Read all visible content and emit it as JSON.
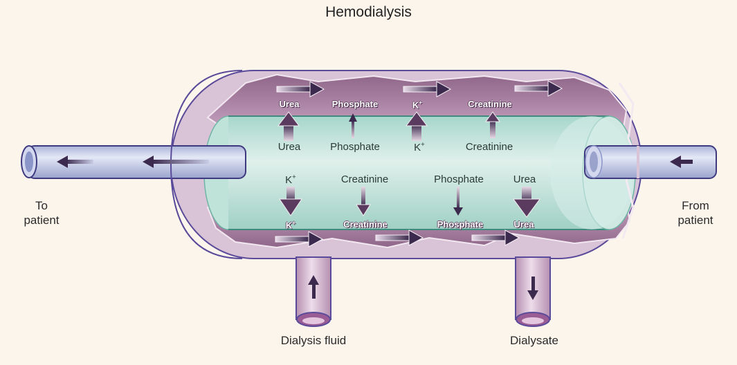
{
  "title": "Hemodialysis",
  "labels": {
    "to_patient": [
      "To",
      "patient"
    ],
    "from_patient": [
      "From",
      "patient"
    ],
    "dialysis_fluid": "Dialysis fluid",
    "dialysate": "Dialysate"
  },
  "upper_solutes": [
    {
      "name": "Urea",
      "arrow": "large"
    },
    {
      "name": "Phosphate",
      "arrow": "small"
    },
    {
      "name": "K+",
      "arrow": "large"
    },
    {
      "name": "Creatinine",
      "arrow": "medium"
    }
  ],
  "lower_solutes": [
    {
      "name": "K+",
      "arrow": "medium"
    },
    {
      "name": "Creatinine",
      "arrow": "medium"
    },
    {
      "name": "Phosphate",
      "arrow": "small"
    },
    {
      "name": "Urea",
      "arrow": "large"
    }
  ],
  "flow": {
    "blood_direction": "right-to-left",
    "dialysis_fluid_direction": "left-to-right"
  },
  "colors": {
    "background": "#fcf5ec",
    "casing": "#d9c3d6",
    "casing_outline": "#5a4a9a",
    "dialysate_chamber": "#a87ea2",
    "membrane_tube": "#c9e6de",
    "blood_tube": "#c8d0ea",
    "arrow": "#3c2a4e"
  }
}
